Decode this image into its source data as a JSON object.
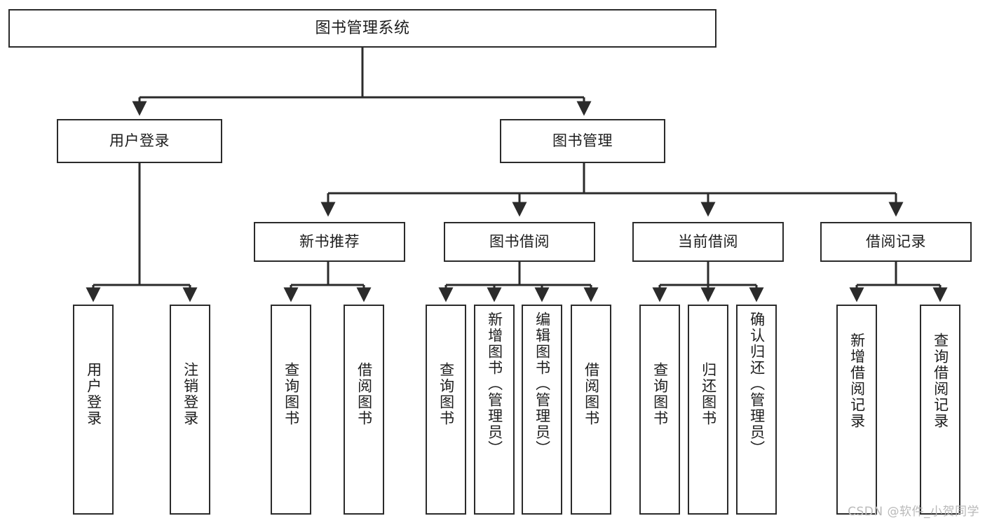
{
  "diagram": {
    "type": "tree-hierarchy-flowchart",
    "title": "图书管理系统",
    "stroke_color": "#2b2b2b",
    "fill_color": "#ffffff",
    "text_color": "#1d1d1d"
  },
  "nodes": {
    "root": {
      "label": "图书管理系统",
      "level": 0
    },
    "level1": [
      {
        "id": "user-login",
        "label": "用户登录"
      },
      {
        "id": "book-manage",
        "label": "图书管理"
      }
    ],
    "level2": [
      {
        "id": "new-book-recommend",
        "label": "新书推荐"
      },
      {
        "id": "book-borrow",
        "label": "图书借阅"
      },
      {
        "id": "current-borrow",
        "label": "当前借阅"
      },
      {
        "id": "borrow-record",
        "label": "借阅记录"
      }
    ],
    "leaves": {
      "user_login": [
        {
          "id": "leaf-user-login",
          "label": "用户登录"
        },
        {
          "id": "leaf-logout-login",
          "label": "注销登录"
        }
      ],
      "new_book_recommend": [
        {
          "id": "leaf-query-book-1",
          "label": "查询图书"
        },
        {
          "id": "leaf-borrow-book-1",
          "label": "借阅图书"
        }
      ],
      "book_borrow": [
        {
          "id": "leaf-query-book-2",
          "label": "查询图书"
        },
        {
          "id": "leaf-add-book",
          "label": "新增图书（管理员）"
        },
        {
          "id": "leaf-edit-book",
          "label": "编辑图书（管理员）"
        },
        {
          "id": "leaf-borrow-book-2",
          "label": "借阅图书"
        }
      ],
      "current_borrow": [
        {
          "id": "leaf-query-book-3",
          "label": "查询图书"
        },
        {
          "id": "leaf-return-book",
          "label": "归还图书"
        },
        {
          "id": "leaf-confirm-return",
          "label": "确认归还（管理员）"
        }
      ],
      "borrow_record": [
        {
          "id": "leaf-add-borrow-record",
          "label": "新增借阅记录"
        },
        {
          "id": "leaf-query-borrow-record",
          "label": "查询借阅记录"
        }
      ]
    }
  },
  "watermark": {
    "text": "CSDN @软件_小贺同学"
  }
}
